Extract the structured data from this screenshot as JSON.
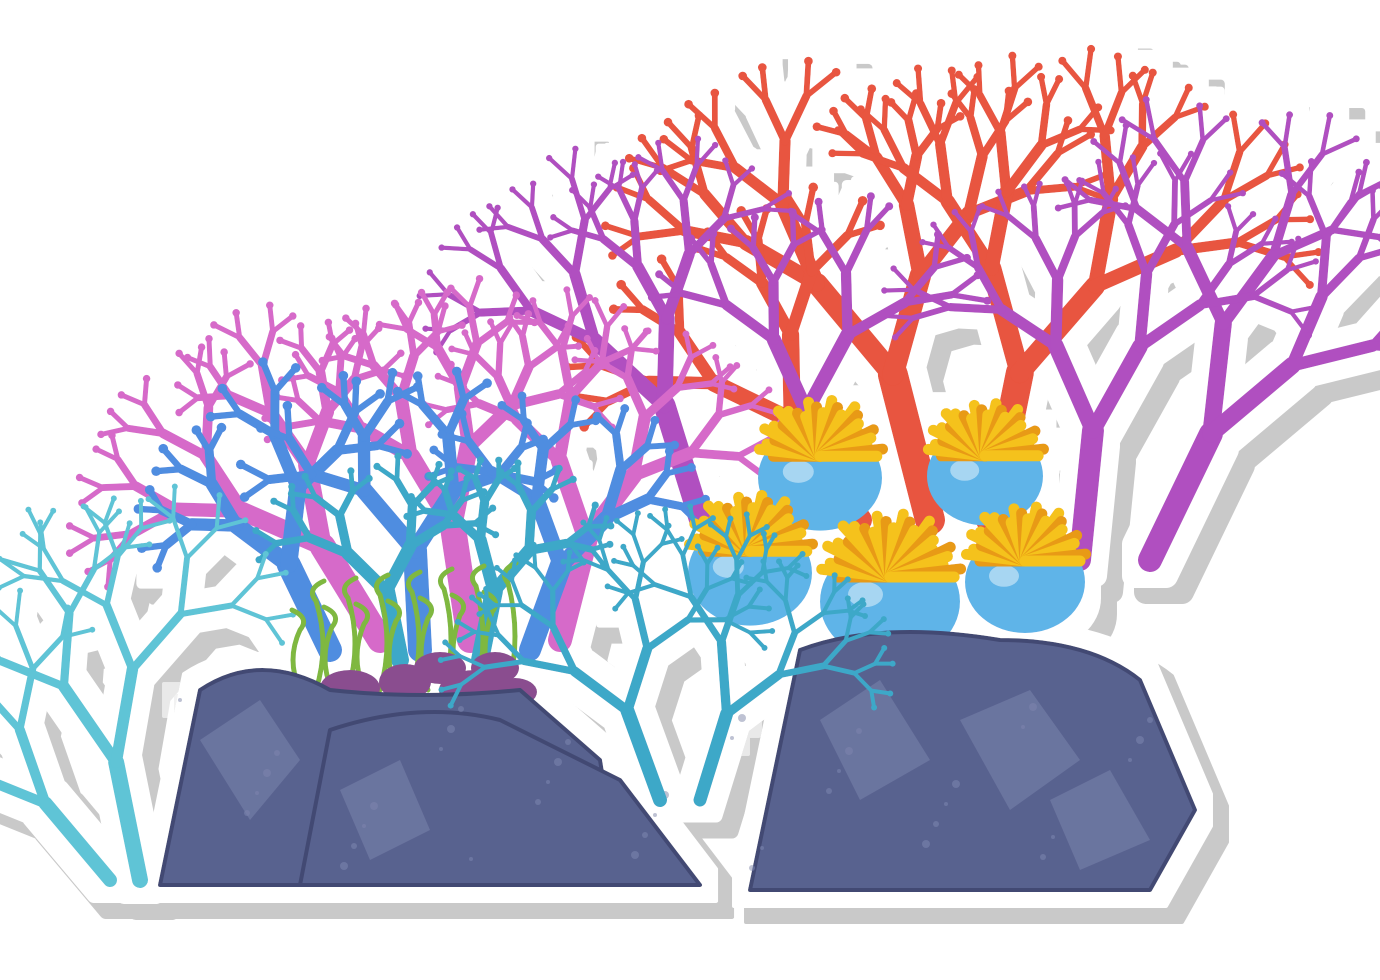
{
  "scene": {
    "subject": "coral-reef-sticker",
    "colors": {
      "background": "#ffffff",
      "sticker_border": "#ffffff",
      "sticker_shadow": "#c9c9c9",
      "rock": "#59628f",
      "rock_dark": "#434a73",
      "rock_light": "#7a83ad",
      "red_coral": "#e8543f",
      "purple_coral": "#b04fc0",
      "pink_coral": "#d66bc9",
      "blue_coral": "#4f8de0",
      "teal_coral": "#3ea8c8",
      "cyan_coral": "#5ec4d6",
      "anemone_yellow": "#f5c21b",
      "anemone_orange": "#e89a12",
      "anemone_bulb": "#5fb4e8",
      "seaweed": "#7fb83f",
      "pebble": "#8a4e8f"
    },
    "elements": [
      "red-coral",
      "purple-coral",
      "pink-coral",
      "blue-coral",
      "teal-coral-left",
      "teal-coral-middle",
      "anemone-cluster",
      "seaweed",
      "pebbles",
      "rocks"
    ]
  }
}
